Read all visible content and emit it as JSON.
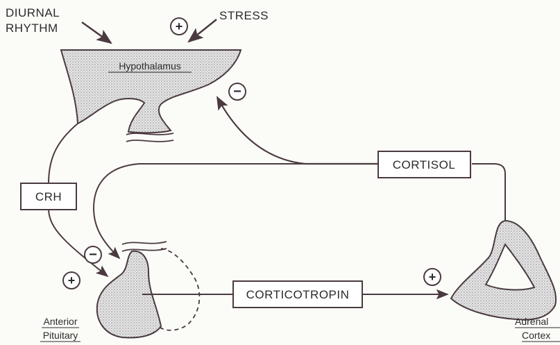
{
  "labels": {
    "diurnal_line1": "DIURNAL",
    "diurnal_line2": "RHYTHM",
    "stress": "STRESS",
    "hypothalamus": "Hypothalamus",
    "crh": "CRH",
    "cortisol": "CORTISOL",
    "corticotropin": "CORTICOTROPIN",
    "anterior_line1": "Anterior",
    "anterior_line2": "Pituitary",
    "adrenal_line1": "Adrenal",
    "adrenal_line2": "Cortex"
  },
  "signs": {
    "plus": "+",
    "minus": "−"
  },
  "colors": {
    "ink": "#4a3a40",
    "tissue": "#dcdcdc",
    "background": "#fbfbf8"
  }
}
